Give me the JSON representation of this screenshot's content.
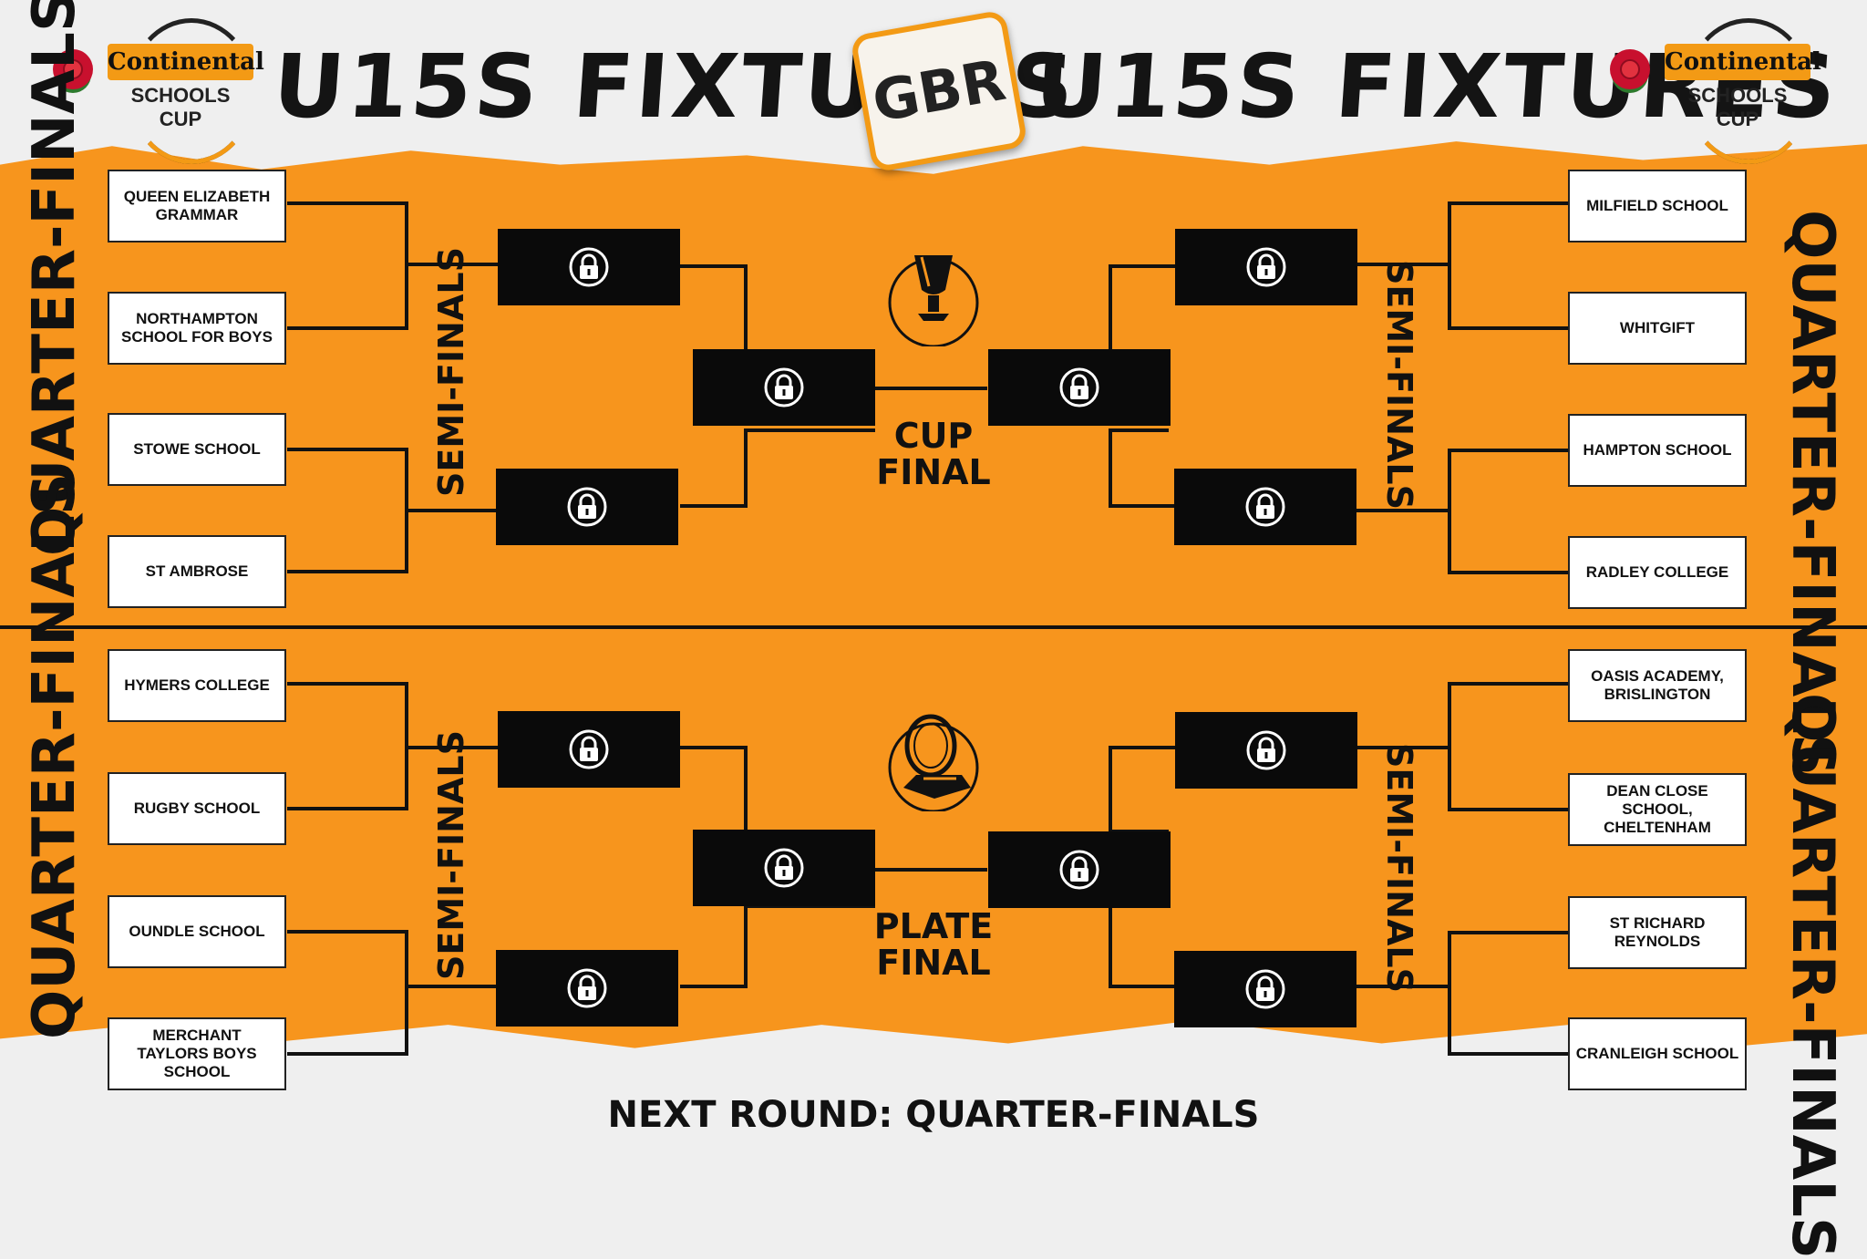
{
  "header": {
    "title_left": "U15S FIXTURES",
    "title_right": "U15S FIXTURES",
    "badge_text": "GBR",
    "sponsor_brand": "Continental",
    "sponsor_sub": "SCHOOLS CUP"
  },
  "labels": {
    "quarter_finals": "QUARTER-FINALS",
    "semi_finals": "SEMI-FINALS",
    "cup_final": "CUP FINAL",
    "plate_final": "PLATE FINAL",
    "next_round": "NEXT ROUND: QUARTER-FINALS"
  },
  "cup": {
    "left_teams": [
      "QUEEN ELIZABETH GRAMMAR",
      "NORTHAMPTON SCHOOL FOR BOYS",
      "STOWE SCHOOL",
      "ST AMBROSE"
    ],
    "right_teams": [
      "MILFIELD SCHOOL",
      "WHITGIFT",
      "HAMPTON SCHOOL",
      "RADLEY COLLEGE"
    ]
  },
  "plate": {
    "left_teams": [
      "HYMERS COLLEGE",
      "RUGBY SCHOOL",
      "OUNDLE SCHOOL",
      "MERCHANT TAYLORS BOYS SCHOOL"
    ],
    "right_teams": [
      "OASIS ACADEMY, BRISLINGTON",
      "DEAN CLOSE SCHOOL, CHELTENHAM",
      "ST RICHARD REYNOLDS",
      "CRANLEIGH SCHOOL"
    ]
  },
  "colors": {
    "band": "#f7951d",
    "ink": "#111111",
    "slot": "#0a0a0a"
  },
  "icons": {
    "locked_slot": "lock-icon",
    "cup_trophy": "trophy-icon",
    "plate_trophy": "plate-trophy-icon"
  }
}
